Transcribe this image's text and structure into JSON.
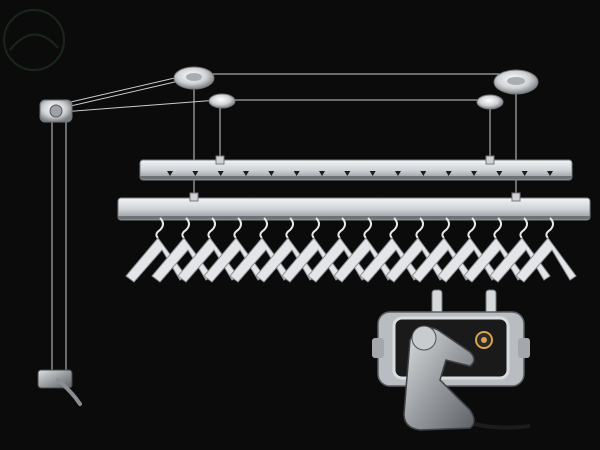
{
  "scene": {
    "subject": "ceiling-clothes-drying-rack",
    "background_color": "#0b0b0b",
    "metal_color": "#d9dcdf",
    "metal_shadow_color": "#8e9296",
    "cable_color": "#c9cccf"
  },
  "rack": {
    "upper_bar": {
      "hole_count": 16
    },
    "lower_bar": {
      "hanger_count": 16
    }
  },
  "icons": {
    "pulley_large": "pulley-large-icon",
    "pulley_small": "pulley-small-icon",
    "wall_pulley": "wall-pulley-icon",
    "crank_handle": "crank-handle-icon"
  }
}
